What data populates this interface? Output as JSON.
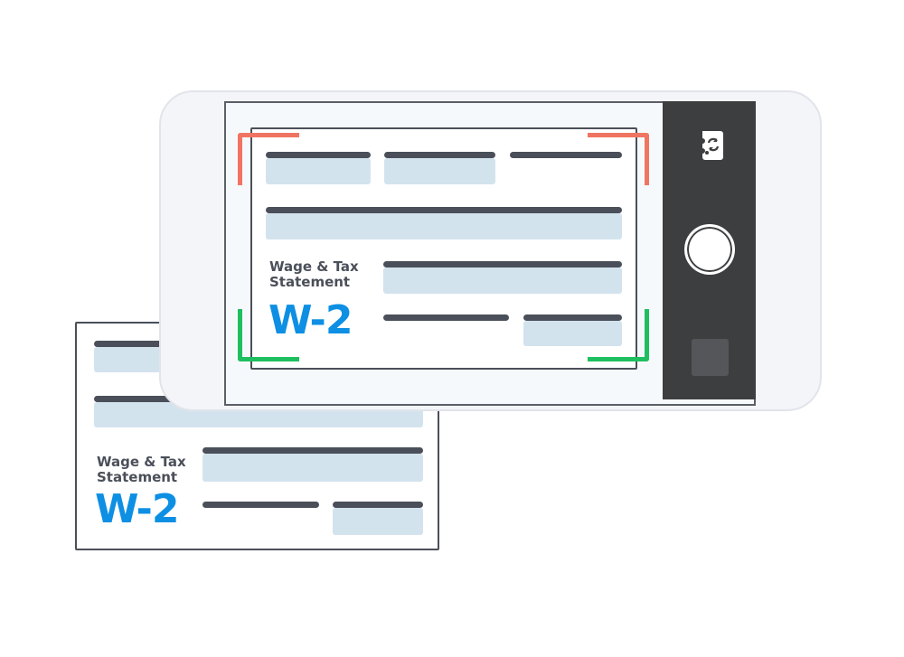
{
  "back_form": {
    "title_line1": "Wage & Tax",
    "title_line2": "Statement",
    "form_code": "W-2"
  },
  "front_form": {
    "title_line1": "Wage & Tax",
    "title_line2": "Statement",
    "form_code": "W-2"
  },
  "camera": {
    "switch_camera_icon": "camera-switch-icon",
    "shutter_icon": "shutter-button",
    "gallery_icon": "gallery-thumbnail"
  },
  "colors": {
    "accent_blue": "#0d8fe3",
    "guide_top": "#f07462",
    "guide_bottom": "#1fbf5f",
    "text_dark": "#4a4f59",
    "field_fill": "#d3e3ee",
    "panel_dark": "#3d3e40"
  }
}
